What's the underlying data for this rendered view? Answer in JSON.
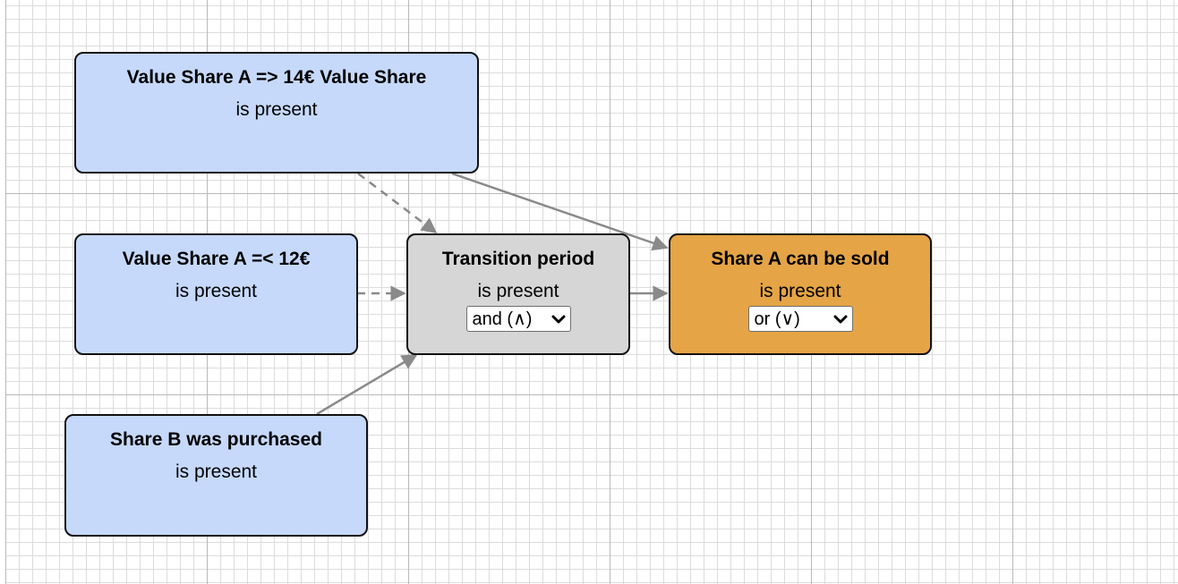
{
  "nodes": {
    "value_share_a_14": {
      "title": "Value Share A => 14€ Value Share",
      "status": "is present"
    },
    "value_share_a_12": {
      "title": "Value Share A =< 12€",
      "status": "is present"
    },
    "share_b_purchased": {
      "title": "Share B was purchased",
      "status": "is present"
    },
    "transition_period": {
      "title": "Transition period",
      "status": "is present",
      "operator": "and (∧)"
    },
    "share_a_can_be_sold": {
      "title": "Share A can be sold",
      "status": "is present",
      "operator": "or (∨)"
    }
  },
  "colors": {
    "input_node": "#c6d9fb",
    "intermediate_node": "#d6d6d6",
    "output_node": "#e5a445",
    "edge": "#8a8a8a"
  }
}
